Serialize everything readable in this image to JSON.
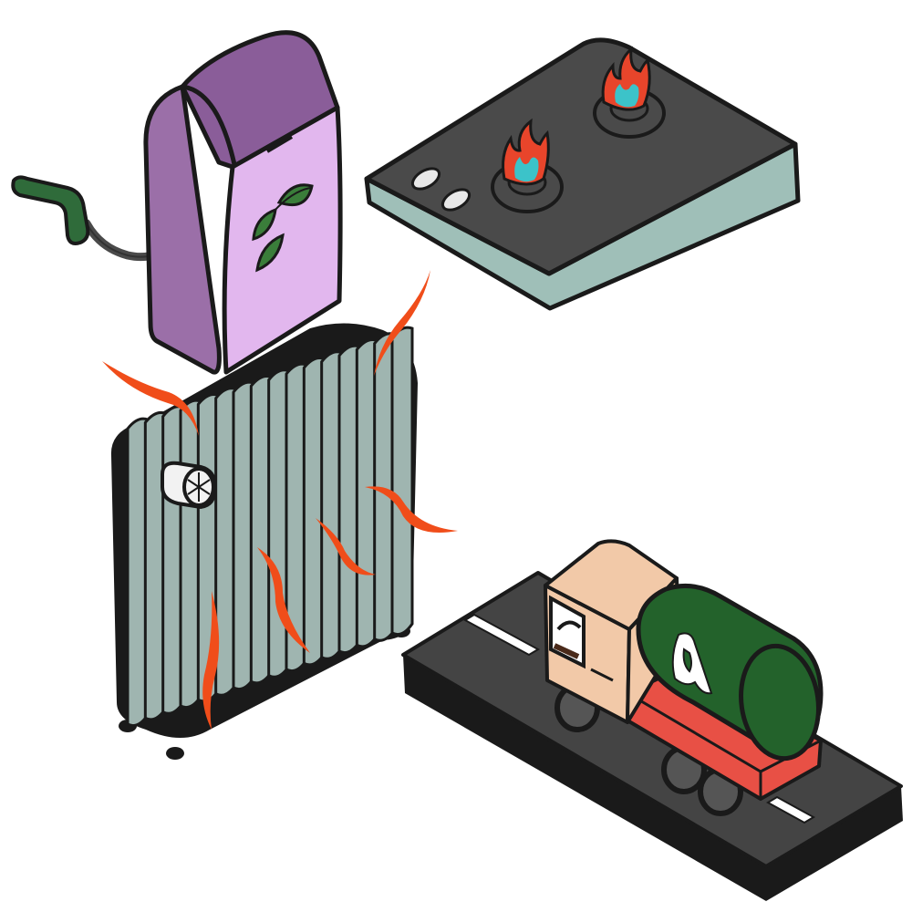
{
  "scene": {
    "background_color": "#ffffff",
    "outline_color": "#1a1a1a",
    "objects": [
      {
        "name": "gas-pump",
        "icon": "fuel-dispenser-icon",
        "colors": {
          "side": "#9b6fa8",
          "front": "#e2b7ee",
          "top": "#8a5d99",
          "hose": "#4a4a4a",
          "nozzle": "#2f6b3a",
          "leaf": "#3a7d3a"
        }
      },
      {
        "name": "gas-stove",
        "icon": "cooktop-icon",
        "colors": {
          "top": "#4a4a4a",
          "edge": "#9fbfb8",
          "knob": "#e8e8e8",
          "flame_outer": "#e8452b",
          "flame_inner": "#3cc3c9"
        }
      },
      {
        "name": "radiator",
        "icon": "radiator-icon",
        "colors": {
          "fin": "#9fb5b0",
          "gap": "#1a1a1a",
          "valve": "#f2f2f2",
          "heat_wave": "#f04d1a"
        }
      },
      {
        "name": "tanker-truck",
        "icon": "tanker-truck-icon",
        "colors": {
          "road": "#444444",
          "road_side": "#1a1a1a",
          "lane_mark": "#ffffff",
          "cab": "#f2c9a8",
          "tank": "#23622b",
          "chassis": "#e85045",
          "wheel": "#555555",
          "logo": "#ffffff"
        }
      }
    ]
  }
}
